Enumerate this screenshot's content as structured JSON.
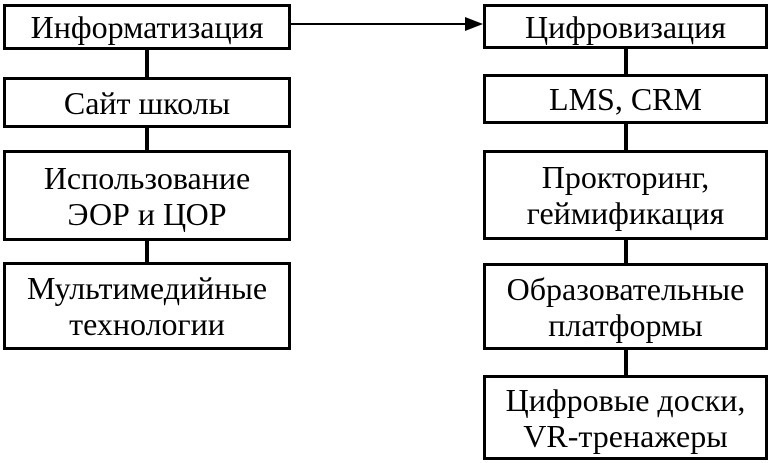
{
  "diagram": {
    "left_column": {
      "boxes": [
        {
          "lines": [
            "Информатизация"
          ]
        },
        {
          "lines": [
            "Сайт школы"
          ]
        },
        {
          "lines": [
            "Использование",
            "ЭОР и ЦОР"
          ]
        },
        {
          "lines": [
            "Мультимедийные",
            "технологии"
          ]
        }
      ]
    },
    "right_column": {
      "boxes": [
        {
          "lines": [
            "Цифровизация"
          ]
        },
        {
          "lines": [
            "LMS, CRM"
          ]
        },
        {
          "lines": [
            "Прокторинг,",
            "геймификация"
          ]
        },
        {
          "lines": [
            "Образовательные",
            "платформы"
          ]
        },
        {
          "lines": [
            "Цифровые доски,",
            "VR-тренажеры"
          ]
        }
      ]
    },
    "connection": {
      "from": "Информатизация",
      "to": "Цифровизация",
      "type": "arrow"
    },
    "colors": {
      "border": "#000000",
      "background": "#ffffff",
      "text": "#000000"
    }
  }
}
